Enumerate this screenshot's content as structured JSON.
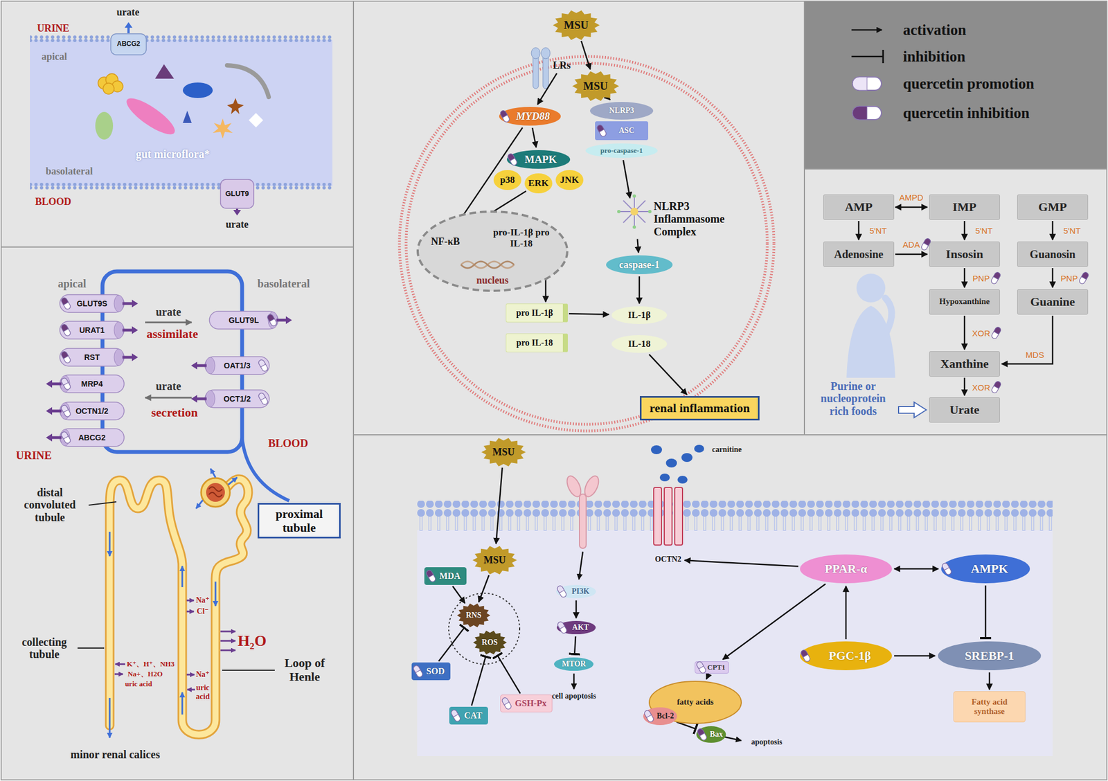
{
  "diagram": {
    "nodes": [
      {
        "text": [
          "ABCG2"
        ]
      },
      {
        "text": [
          "GLUT9"
        ]
      },
      {
        "text": [
          "GLUT9S"
        ]
      },
      {
        "text": [
          "URAT1"
        ]
      },
      {
        "text": [
          "RST"
        ]
      },
      {
        "text": [
          "MRP4"
        ]
      },
      {
        "text": [
          "OCTN1/2"
        ]
      },
      {
        "text": [
          "ABCG2"
        ]
      },
      {
        "text": [
          "GLUT9L"
        ]
      },
      {
        "text": [
          "OAT1/3"
        ]
      },
      {
        "text": [
          "OCT1/2"
        ]
      },
      {
        "text": [
          "proximal tubule"
        ]
      },
      {
        "text": [
          "MSU"
        ]
      },
      {
        "text": [
          "LRs"
        ]
      },
      {
        "text": [
          "MSU"
        ]
      },
      {
        "text": [
          "MYD88"
        ]
      },
      {
        "text": [
          "MAPK"
        ]
      },
      {
        "text": [
          "p38"
        ]
      },
      {
        "text": [
          "ERK"
        ]
      },
      {
        "text": [
          "JNK"
        ]
      },
      {
        "text": [
          "nucleus"
        ]
      },
      {
        "text": [
          "NF-κB"
        ],
        "in": 20
      },
      {
        "text": [
          "pro-IL-1β pro IL-18"
        ],
        "in": 20
      },
      {
        "text": [
          "NLRP3"
        ]
      },
      {
        "text": [
          "ASC"
        ]
      },
      {
        "text": [
          "pro-caspase-1"
        ]
      },
      {
        "text": [
          "NLRP3 Inflammasome Complex"
        ]
      },
      {
        "text": [
          "caspase-1"
        ]
      },
      {
        "text": [
          "pro IL-1β"
        ]
      },
      {
        "text": [
          "pro IL-18"
        ]
      },
      {
        "text": [
          "IL-1β"
        ]
      },
      {
        "text": [
          "IL-18"
        ]
      },
      {
        "text": [
          "renal inflammation"
        ]
      },
      {
        "text": [
          "AMP"
        ]
      },
      {
        "text": [
          "IMP"
        ]
      },
      {
        "text": [
          "GMP"
        ]
      },
      {
        "text": [
          "Adenosine"
        ]
      },
      {
        "text": [
          "Insosin"
        ]
      },
      {
        "text": [
          "Guanosin"
        ]
      },
      {
        "text": [
          "Hypoxanthine"
        ]
      },
      {
        "text": [
          "Guanine"
        ]
      },
      {
        "text": [
          "Xanthine"
        ]
      },
      {
        "text": [
          "Urate"
        ]
      },
      {
        "text": [
          "MSU"
        ]
      },
      {
        "text": [
          "MSU"
        ]
      },
      {
        "text": [
          "MDA"
        ]
      },
      {
        "text": [
          "RNS"
        ]
      },
      {
        "text": [
          "ROS"
        ]
      },
      {
        "text": [
          "SOD"
        ]
      },
      {
        "text": [
          "CAT"
        ]
      },
      {
        "text": [
          "GSH-Px"
        ]
      },
      {
        "text": [
          "PI3K"
        ]
      },
      {
        "text": [
          "AKT"
        ]
      },
      {
        "text": [
          "MTOR"
        ]
      },
      {
        "text": [
          "OCTN2"
        ]
      },
      {
        "text": [
          "PPAR-α"
        ]
      },
      {
        "text": [
          "AMPK"
        ]
      },
      {
        "text": [
          "PGC-1β"
        ]
      },
      {
        "text": [
          "SREBP-1"
        ]
      },
      {
        "text": [
          "Fatty acid synthase"
        ]
      },
      {
        "text": [
          "CPT1"
        ]
      },
      {
        "text": [
          "fatty acids"
        ]
      },
      {
        "text": [
          "Bcl-2"
        ]
      },
      {
        "text": [
          "Bax"
        ]
      }
    ],
    "edges": [
      {
        "from": 12,
        "to": 14,
        "arrow": "to"
      },
      {
        "from": 13,
        "to": 15,
        "arrow": "to"
      },
      {
        "from": 15,
        "to": 16,
        "arrow": "to"
      },
      {
        "from": 15,
        "to": 21,
        "arrow": "to"
      },
      {
        "from": 18,
        "to": 21,
        "arrow": "to"
      },
      {
        "from": 21,
        "to": 22,
        "arrow": "to"
      },
      {
        "from": 22,
        "to": 28,
        "arrow": "to"
      },
      {
        "from": 14,
        "to": 23,
        "arrow": "to"
      },
      {
        "from": 25,
        "to": 26,
        "arrow": "to"
      },
      {
        "from": 26,
        "to": 27,
        "arrow": "to"
      },
      {
        "from": 27,
        "to": 30,
        "arrow": "to"
      },
      {
        "from": 28,
        "to": 30,
        "arrow": "to"
      },
      {
        "from": 31,
        "to": 32,
        "arrow": "to"
      },
      {
        "from": 33,
        "to": 34,
        "label": "AMPD",
        "arrow": "both"
      },
      {
        "from": 33,
        "to": 36,
        "label": "5'NT",
        "arrow": "to"
      },
      {
        "from": 34,
        "to": 37,
        "label": "5'NT",
        "arrow": "to"
      },
      {
        "from": 35,
        "to": 38,
        "label": "5'NT",
        "arrow": "to"
      },
      {
        "from": 36,
        "to": 37,
        "label": "ADA",
        "arrow": "to"
      },
      {
        "from": 37,
        "to": 39,
        "label": "PNP",
        "arrow": "to"
      },
      {
        "from": 38,
        "to": 40,
        "label": "PNP",
        "arrow": "to"
      },
      {
        "from": 39,
        "to": 41,
        "label": "XOR",
        "arrow": "to"
      },
      {
        "from": 40,
        "to": 41,
        "label": "MDS",
        "arrow": "to"
      },
      {
        "from": 41,
        "to": 42,
        "label": "XOR",
        "arrow": "to"
      },
      {
        "from": 43,
        "to": 44,
        "arrow": "to"
      },
      {
        "from": 44,
        "to": 46,
        "arrow": "to"
      },
      {
        "from": 45,
        "to": 46,
        "arrow": "to"
      },
      {
        "from": 48,
        "to": 46,
        "arrow": "to"
      },
      {
        "from": 49,
        "to": 47,
        "arrow": "to"
      },
      {
        "from": 50,
        "to": 47,
        "arrow": "to"
      },
      {
        "from": 51,
        "to": 52,
        "arrow": "to"
      },
      {
        "from": 52,
        "to": 53,
        "arrow": "to"
      },
      {
        "from": 55,
        "to": 54,
        "arrow": "to"
      },
      {
        "from": 55,
        "to": 56,
        "arrow": "both"
      },
      {
        "from": 57,
        "to": 55,
        "arrow": "to"
      },
      {
        "from": 57,
        "to": 58,
        "arrow": "to"
      },
      {
        "from": 56,
        "to": 58,
        "arrow": "to"
      },
      {
        "from": 58,
        "to": 59,
        "arrow": "to"
      },
      {
        "from": 55,
        "to": 60,
        "arrow": "to"
      },
      {
        "from": 60,
        "to": 61,
        "arrow": "to"
      },
      {
        "from": 62,
        "to": 63,
        "arrow": "to"
      }
    ],
    "labels": [
      "urate",
      "URINE",
      "apical",
      "gut microflora*",
      "basolateral",
      "BLOOD",
      "urate",
      "apical",
      "basolateral",
      "urate",
      "assimilate",
      "urate",
      "secretion",
      "URINE",
      "BLOOD",
      "distal convoluted tubule",
      "collecting tubule",
      "Loop of Henle",
      "minor renal calices",
      "Na⁺",
      "Cl⁻",
      "H₂O",
      "K⁺、H⁺、NH3",
      "Na+、H2O",
      "uric acid",
      "Na⁺",
      "uric acid",
      "cell apoptosis",
      "carnitine",
      "apoptosis",
      "Purine or nucleoprotein rich foods"
    ],
    "legend": [
      {
        "text": "activation"
      },
      {
        "text": "inhibition"
      },
      {
        "text": "quercetin promotion"
      },
      {
        "text": "quercetin inhibition"
      }
    ]
  }
}
